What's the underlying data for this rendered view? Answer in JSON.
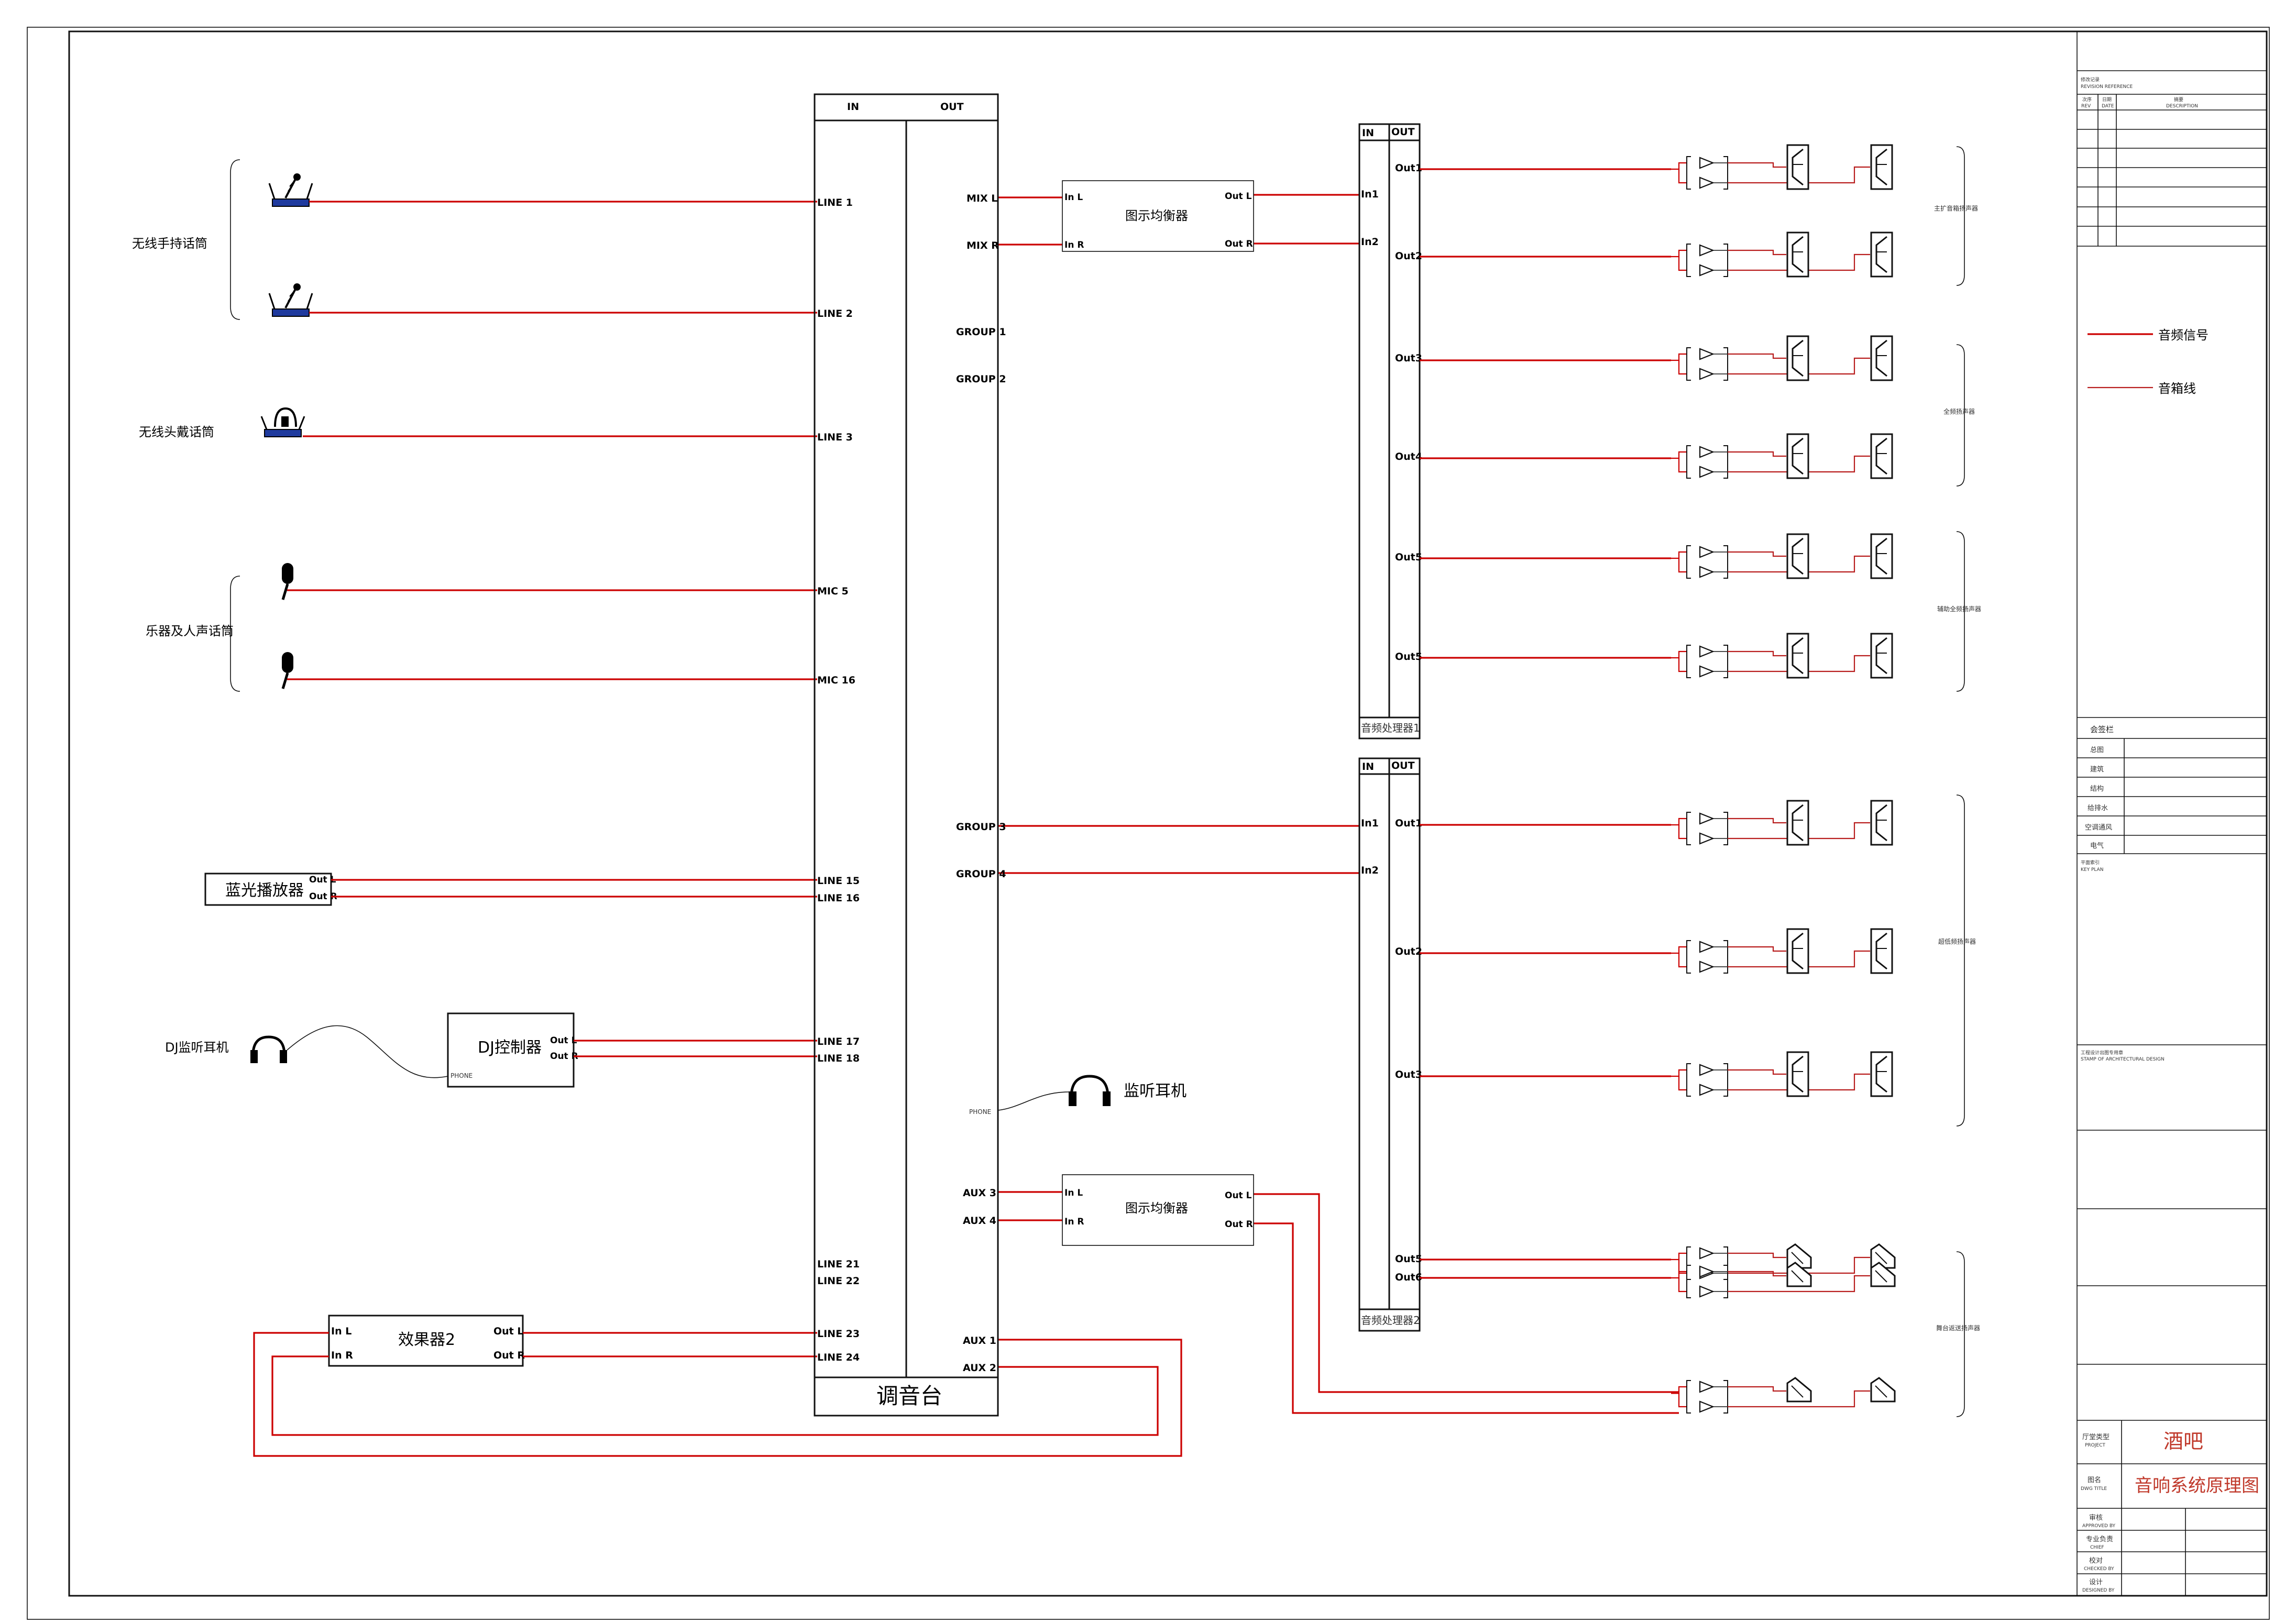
{
  "sources": {
    "handheld_group_label": "无线手持话筒",
    "headset_label": "无线头戴话筒",
    "instrument_group_label": "乐器及人声话筒",
    "bluray_label": "蓝光播放器",
    "bluray_out_l": "Out L",
    "bluray_out_r": "Out R",
    "dj_headphone_label": "DJ监听耳机",
    "dj_controller_label": "DJ控制器",
    "dj_phone_label": "PHONE",
    "dj_out_l": "Out L",
    "dj_out_r": "Out R",
    "effects_label": "效果器2",
    "effects_in_l": "In L",
    "effects_in_r": "In R",
    "effects_out_l": "Out L",
    "effects_out_r": "Out R"
  },
  "mixer": {
    "in_header": "IN",
    "out_header": "OUT",
    "name": "调音台",
    "inputs": [
      "LINE 1",
      "LINE 2",
      "LINE 3",
      "MIC 5",
      "MIC 16",
      "LINE 15",
      "LINE 16",
      "LINE 17",
      "LINE 18",
      "LINE 21",
      "LINE 22",
      "LINE 23",
      "LINE 24"
    ],
    "outputs": [
      "MIX L",
      "MIX R",
      "GROUP 1",
      "GROUP 2",
      "GROUP 3",
      "GROUP 4",
      "AUX 3",
      "AUX 4",
      "AUX 1",
      "AUX 2"
    ],
    "phone_label": "PHONE",
    "monitor_headphone_label": "监听耳机"
  },
  "eq1": {
    "name": "图示均衡器",
    "in_l": "In L",
    "in_r": "In R",
    "out_l": "Out L",
    "out_r": "Out R"
  },
  "eq2": {
    "name": "图示均衡器",
    "in_l": "In L",
    "in_r": "In R",
    "out_l": "Out L",
    "out_r": "Out R"
  },
  "processor1": {
    "in_header": "IN",
    "out_header": "OUT",
    "name": "音频处理器1",
    "inputs": [
      "In1",
      "In2"
    ],
    "outputs": [
      "Out1",
      "Out2",
      "Out3",
      "Out4",
      "Out5",
      "Out5"
    ]
  },
  "processor2": {
    "in_header": "IN",
    "out_header": "OUT",
    "name": "音频处理器2",
    "inputs": [
      "In1",
      "In2"
    ],
    "outputs": [
      "Out1",
      "Out2",
      "Out3",
      "Out5",
      "Out6"
    ]
  },
  "speaker_groups": [
    "主扩音箱扬声器",
    "全频扬声器",
    "辅助全频扬声器",
    "超低频扬声器",
    "舞台返送扬声器"
  ],
  "legend": {
    "audio_signal": "音频信号",
    "speaker_cable": "音箱线",
    "audio_signal_color": "#cc0000",
    "speaker_cable_color": "#b81d1d"
  },
  "title_block": {
    "revision_title": "修改记录",
    "revision_subtitle": "REVISION REFERENCE",
    "rev_col1": "次序",
    "rev_col1_en": "REV",
    "rev_col2": "日期",
    "rev_col2_en": "DATE",
    "rev_col3": "摘要",
    "rev_col3_en": "DESCRIPTION",
    "sign_title": "会签栏",
    "sign_rows": [
      "总图",
      "建筑",
      "结构",
      "给排水",
      "空调通风",
      "电气"
    ],
    "key_plan": "平面索引",
    "key_plan_en": "KEY PLAN",
    "stamp": "工程设计出图专用章",
    "stamp_en": "STAMP OF ARCHITECTURAL DESIGN",
    "project_label": "厅堂类型",
    "project_label_en": "PROJECT",
    "project_value": "酒吧",
    "drawing_label": "图名",
    "drawing_label_en": "DWG TITLE",
    "drawing_value": "音响系统原理图",
    "staff_rows": [
      {
        "cn": "审核",
        "en": "APPROVED BY"
      },
      {
        "cn": "专业负责",
        "en": "CHIEF"
      },
      {
        "cn": "校对",
        "en": "CHECKED BY"
      },
      {
        "cn": "设计",
        "en": "DESIGNED BY"
      }
    ]
  }
}
